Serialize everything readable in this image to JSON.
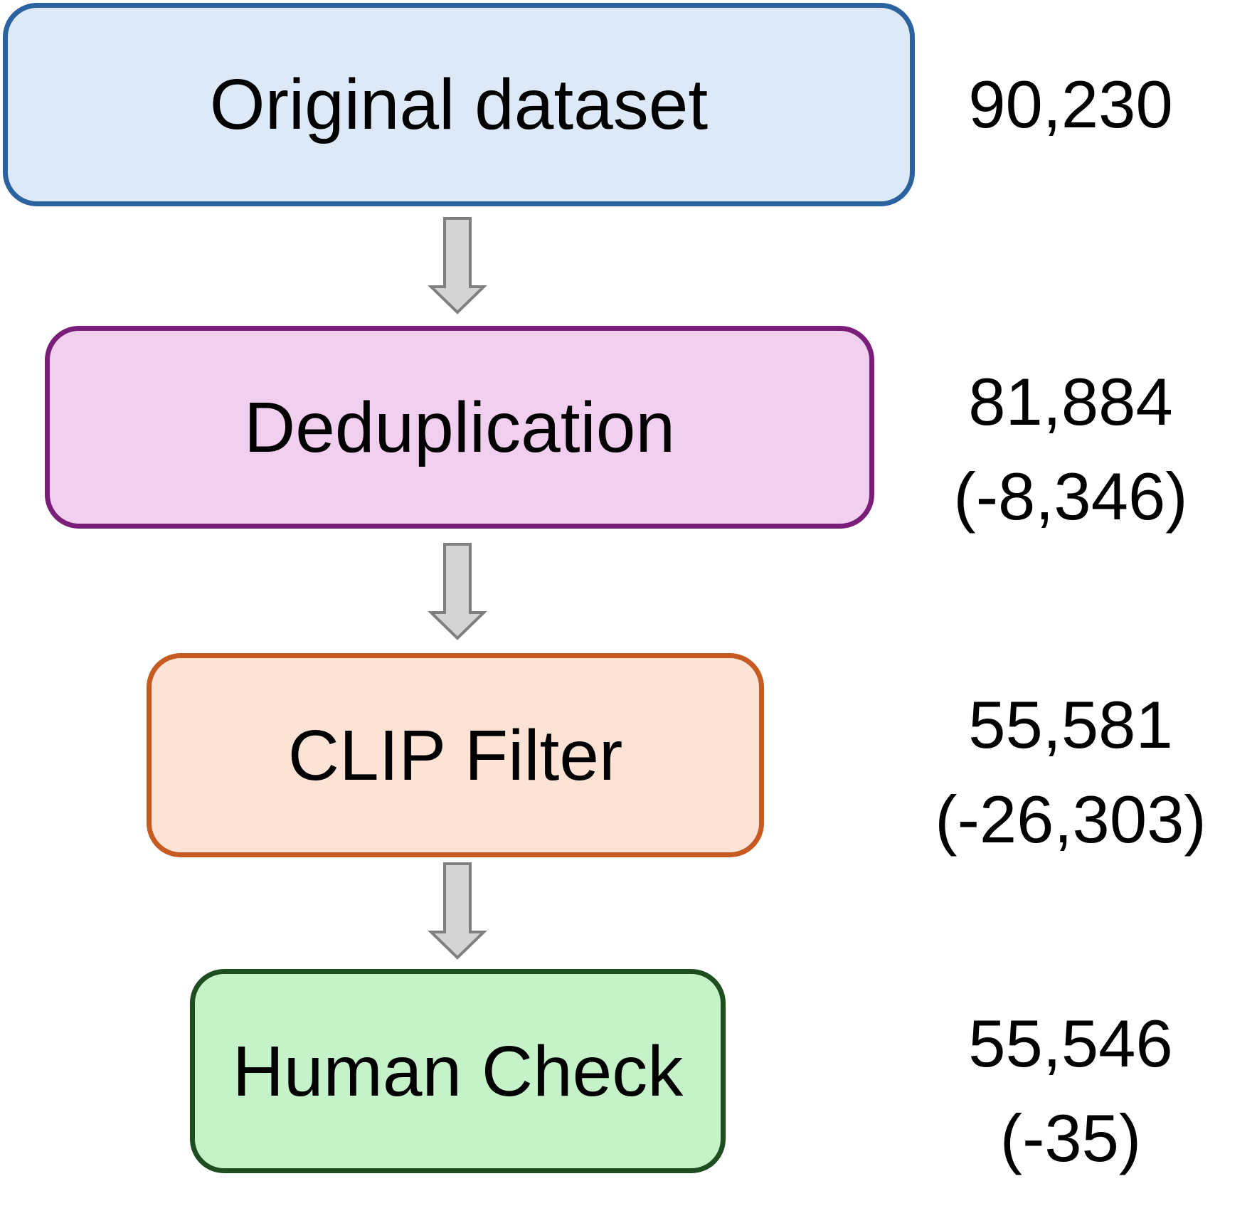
{
  "stages": [
    {
      "label": "Original dataset",
      "count": "90,230",
      "change": "",
      "fill": "#dde9f6",
      "border": "#2b62a0"
    },
    {
      "label": "Deduplication",
      "count": "81,884",
      "change": "(-8,346)",
      "fill": "#f1cfee",
      "border": "#7b1e7a"
    },
    {
      "label": "CLIP Filter",
      "count": "55,581",
      "change": "(-26,303)",
      "fill": "#fce3d6",
      "border": "#c65a20"
    },
    {
      "label": "Human Check",
      "count": "55,546",
      "change": "(-35)",
      "fill": "#c5f2c9",
      "border": "#1e4e1f"
    }
  ],
  "arrow_color": {
    "fill": "#d4d4d4",
    "stroke": "#7f7f7f"
  }
}
